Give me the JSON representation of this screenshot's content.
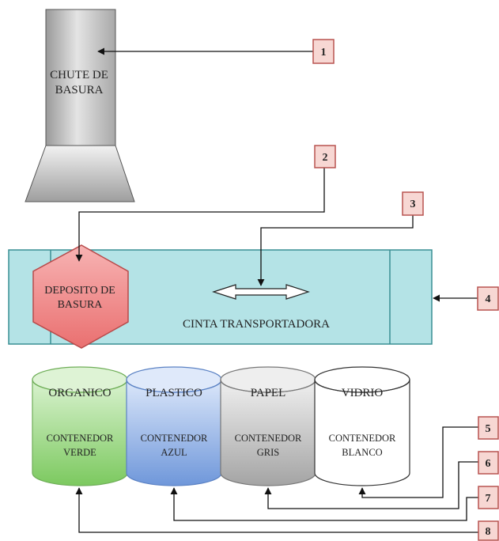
{
  "chute": {
    "line1": "CHUTE DE",
    "line2": "BASURA"
  },
  "deposit": {
    "line1": "DEPOSITO DE",
    "line2": "BASURA"
  },
  "belt": {
    "label": "CINTA TRANSPORTADORA"
  },
  "containers": [
    {
      "header": "ORGANICO",
      "line1": "CONTENEDOR",
      "line2": "VERDE",
      "color": "#8fd473"
    },
    {
      "header": "PLASTICO",
      "line1": "CONTENEDOR",
      "line2": "AZUL",
      "color": "#7ea3df"
    },
    {
      "header": "PAPEL",
      "line1": "CONTENEDOR",
      "line2": "GRIS",
      "color": "#b8b8b8"
    },
    {
      "header": "VIDRIO",
      "line1": "CONTENEDOR",
      "line2": "BLANCO",
      "color": "#ffffff"
    }
  ],
  "markers": [
    "1",
    "2",
    "3",
    "4",
    "5",
    "6",
    "7",
    "8"
  ],
  "colors": {
    "belt_fill": "#b4e3e6",
    "belt_stroke": "#3a8f94",
    "deposit_fill": "#f08a8a",
    "deposit_stroke": "#b84a4a",
    "marker_fill": "#f7d7d3",
    "marker_stroke": "#b85450"
  }
}
